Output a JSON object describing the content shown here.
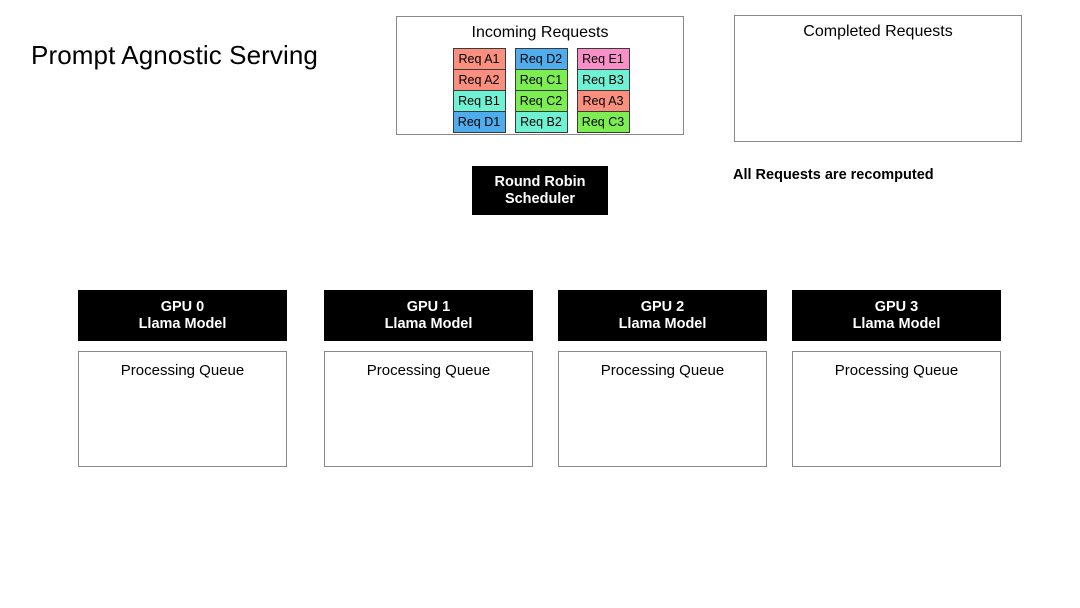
{
  "page": {
    "title": "Prompt Agnostic Serving"
  },
  "incoming": {
    "title": "Incoming Requests",
    "columns": [
      [
        {
          "label": "Req A1",
          "color": "#FA8F7F"
        },
        {
          "label": "Req A2",
          "color": "#FA8F7F"
        },
        {
          "label": "Req B1",
          "color": "#6FF2D4"
        },
        {
          "label": "Req D1",
          "color": "#4FADEE"
        }
      ],
      [
        {
          "label": "Req D2",
          "color": "#4FADEE"
        },
        {
          "label": "Req C1",
          "color": "#7CEE51"
        },
        {
          "label": "Req C2",
          "color": "#7CEE51"
        },
        {
          "label": "Req B2",
          "color": "#6FF2D4"
        }
      ],
      [
        {
          "label": "Req E1",
          "color": "#F98FC8"
        },
        {
          "label": "Req B3",
          "color": "#6FF2D4"
        },
        {
          "label": "Req A3",
          "color": "#FA8F7F"
        },
        {
          "label": "Req C3",
          "color": "#7CEE51"
        }
      ]
    ]
  },
  "scheduler": {
    "line1": "Round Robin",
    "line2": "Scheduler"
  },
  "completed": {
    "title": "Completed Requests",
    "items": [],
    "note": "All Requests are recomputed"
  },
  "gpus": [
    {
      "name": "GPU 0",
      "model": "Llama Model",
      "queue_label": "Processing Queue",
      "queue_items": []
    },
    {
      "name": "GPU 1",
      "model": "Llama Model",
      "queue_label": "Processing Queue",
      "queue_items": []
    },
    {
      "name": "GPU 2",
      "model": "Llama Model",
      "queue_label": "Processing Queue",
      "queue_items": []
    },
    {
      "name": "GPU 3",
      "model": "Llama Model",
      "queue_label": "Processing Queue",
      "queue_items": []
    }
  ],
  "colors": {
    "tile_red": "#FA8F7F",
    "tile_blue": "#4FADEE",
    "tile_green": "#7CEE51",
    "tile_turquoise": "#6FF2D4",
    "tile_pink": "#F98FC8",
    "box_fill": "#000000",
    "box_text": "#FFFFFF",
    "panel_border": "#888888",
    "background": "#FFFFFF"
  }
}
